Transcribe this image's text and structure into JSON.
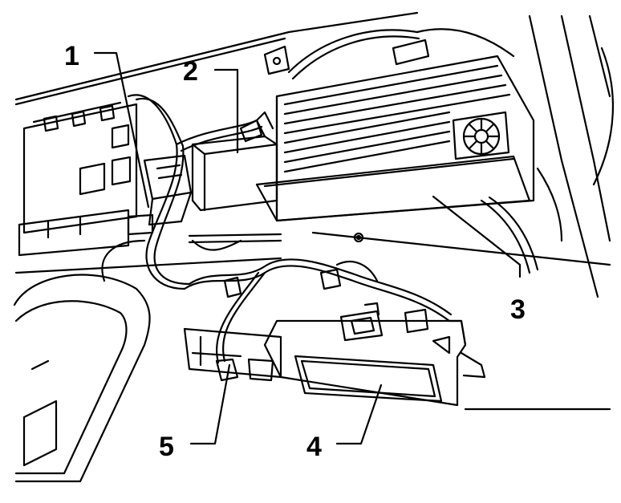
{
  "diagram": {
    "colors": {
      "line": "#000000",
      "background": "#ffffff"
    },
    "callouts": [
      {
        "label": "1"
      },
      {
        "label": "2"
      },
      {
        "label": "3"
      },
      {
        "label": "4"
      },
      {
        "label": "5"
      }
    ]
  }
}
